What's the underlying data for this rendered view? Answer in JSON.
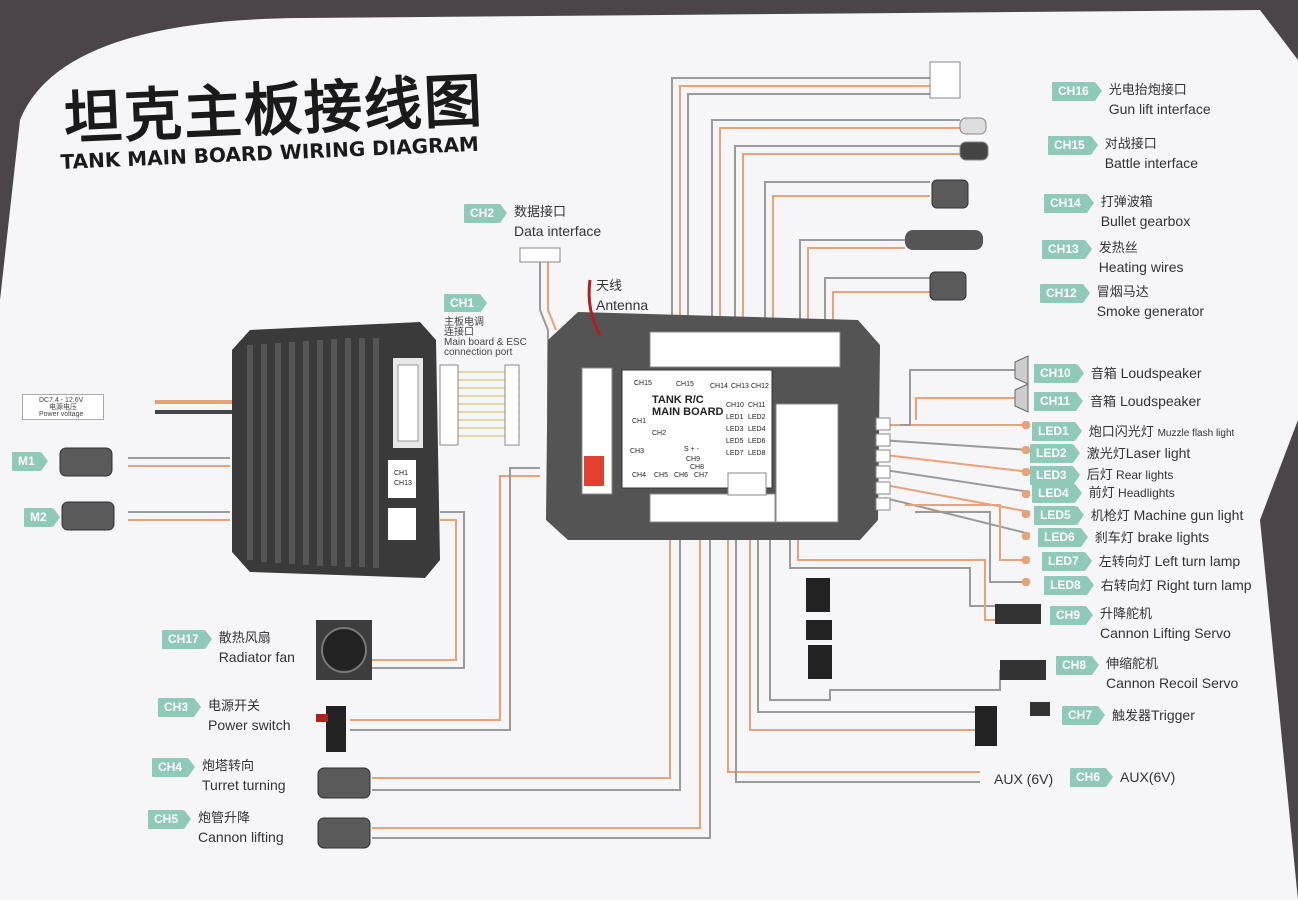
{
  "title": {
    "zh": "坦克主板接线图",
    "en": "TANK MAIN BOARD WIRING DIAGRAM"
  },
  "board": {
    "label_line1": "TANK R/C",
    "label_line2": "MAIN BOARD",
    "antenna_zh": "天线",
    "antenna_en": "Antenna",
    "pins": [
      "CH15",
      "CH15",
      "CH14",
      "CH13",
      "CH12",
      "CH10",
      "CH11",
      "CH1",
      "LED1",
      "LED2",
      "CH2",
      "LED3",
      "LED4",
      "LED5",
      "LED6",
      "CH3",
      "LED7",
      "LED8",
      "CH9",
      "CH8",
      "CH4",
      "CH5",
      "CH6",
      "CH7"
    ],
    "pin_signs": "S + -"
  },
  "esc": {
    "tag": "CH1",
    "label_zh": "主板电调",
    "label_zh2": "连接口",
    "label_en1": "Main board & ESC",
    "label_en2": "connection port",
    "chip_labels": [
      "CH1",
      "CH13"
    ]
  },
  "power_input": {
    "line1": "DC7.4 - 12.6V",
    "line2": "电源电压",
    "line3": "Power voltage"
  },
  "data_port": {
    "tag": "CH2",
    "zh": "数据接口",
    "en": "Data interface"
  },
  "motors_left": [
    {
      "tag": "M1"
    },
    {
      "tag": "M2"
    }
  ],
  "left_channels": [
    {
      "tag": "CH17",
      "zh": "散热风扇",
      "en": "Radiator fan"
    },
    {
      "tag": "CH3",
      "zh": "电源开关",
      "en": "Power switch"
    },
    {
      "tag": "CH4",
      "zh": "炮塔转向",
      "en": "Turret turning"
    },
    {
      "tag": "CH5",
      "zh": "炮管升降",
      "en": "Cannon lifting"
    }
  ],
  "right_top_channels": [
    {
      "tag": "CH16",
      "zh": "光电抬炮接口",
      "en": "Gun lift interface"
    },
    {
      "tag": "CH15",
      "zh": "对战接口",
      "en": "Battle interface"
    },
    {
      "tag": "CH14",
      "zh": "打弹波箱",
      "en": "Bullet gearbox"
    },
    {
      "tag": "CH13",
      "zh": "发热丝",
      "en": "Heating wires"
    },
    {
      "tag": "CH12",
      "zh": "冒烟马达",
      "en": "Smoke generator"
    }
  ],
  "speakers": [
    {
      "tag": "CH10",
      "zh": "音箱",
      "en": "Loudspeaker"
    },
    {
      "tag": "CH11",
      "zh": "音箱",
      "en": "Loudspeaker"
    }
  ],
  "leds": [
    {
      "tag": "LED1",
      "zh": "炮口闪光灯",
      "en": "Muzzle flash light"
    },
    {
      "tag": "LED2",
      "zh": "激光灯",
      "en": "Laser light"
    },
    {
      "tag": "LED3",
      "zh": "后灯",
      "en": "Rear lights"
    },
    {
      "tag": "LED4",
      "zh": "前灯",
      "en": "Headlights"
    },
    {
      "tag": "LED5",
      "zh": "机枪灯",
      "en": "Machine gun light"
    },
    {
      "tag": "LED6",
      "zh": "刹车灯",
      "en": "brake lights"
    },
    {
      "tag": "LED7",
      "zh": "左转向灯",
      "en": "Left turn lamp"
    },
    {
      "tag": "LED8",
      "zh": "右转向灯",
      "en": "Right turn lamp"
    }
  ],
  "right_bottom_channels": [
    {
      "tag": "CH9",
      "zh": "升降舵机",
      "en": "Cannon Lifting Servo"
    },
    {
      "tag": "CH8",
      "zh": "伸缩舵机",
      "en": "Cannon Recoil Servo"
    },
    {
      "tag": "CH7",
      "zh": "触发器",
      "en": "Trigger"
    },
    {
      "tag": "CH6",
      "en": "AUX(6V)"
    }
  ],
  "aux_label": "AUX (6V)",
  "colors": {
    "tag": "#8fc9ba",
    "board": "#545454",
    "wire_orange": "#e8a27a",
    "wire_grey": "#9a9a9a",
    "paper": "#f7f6f8"
  }
}
